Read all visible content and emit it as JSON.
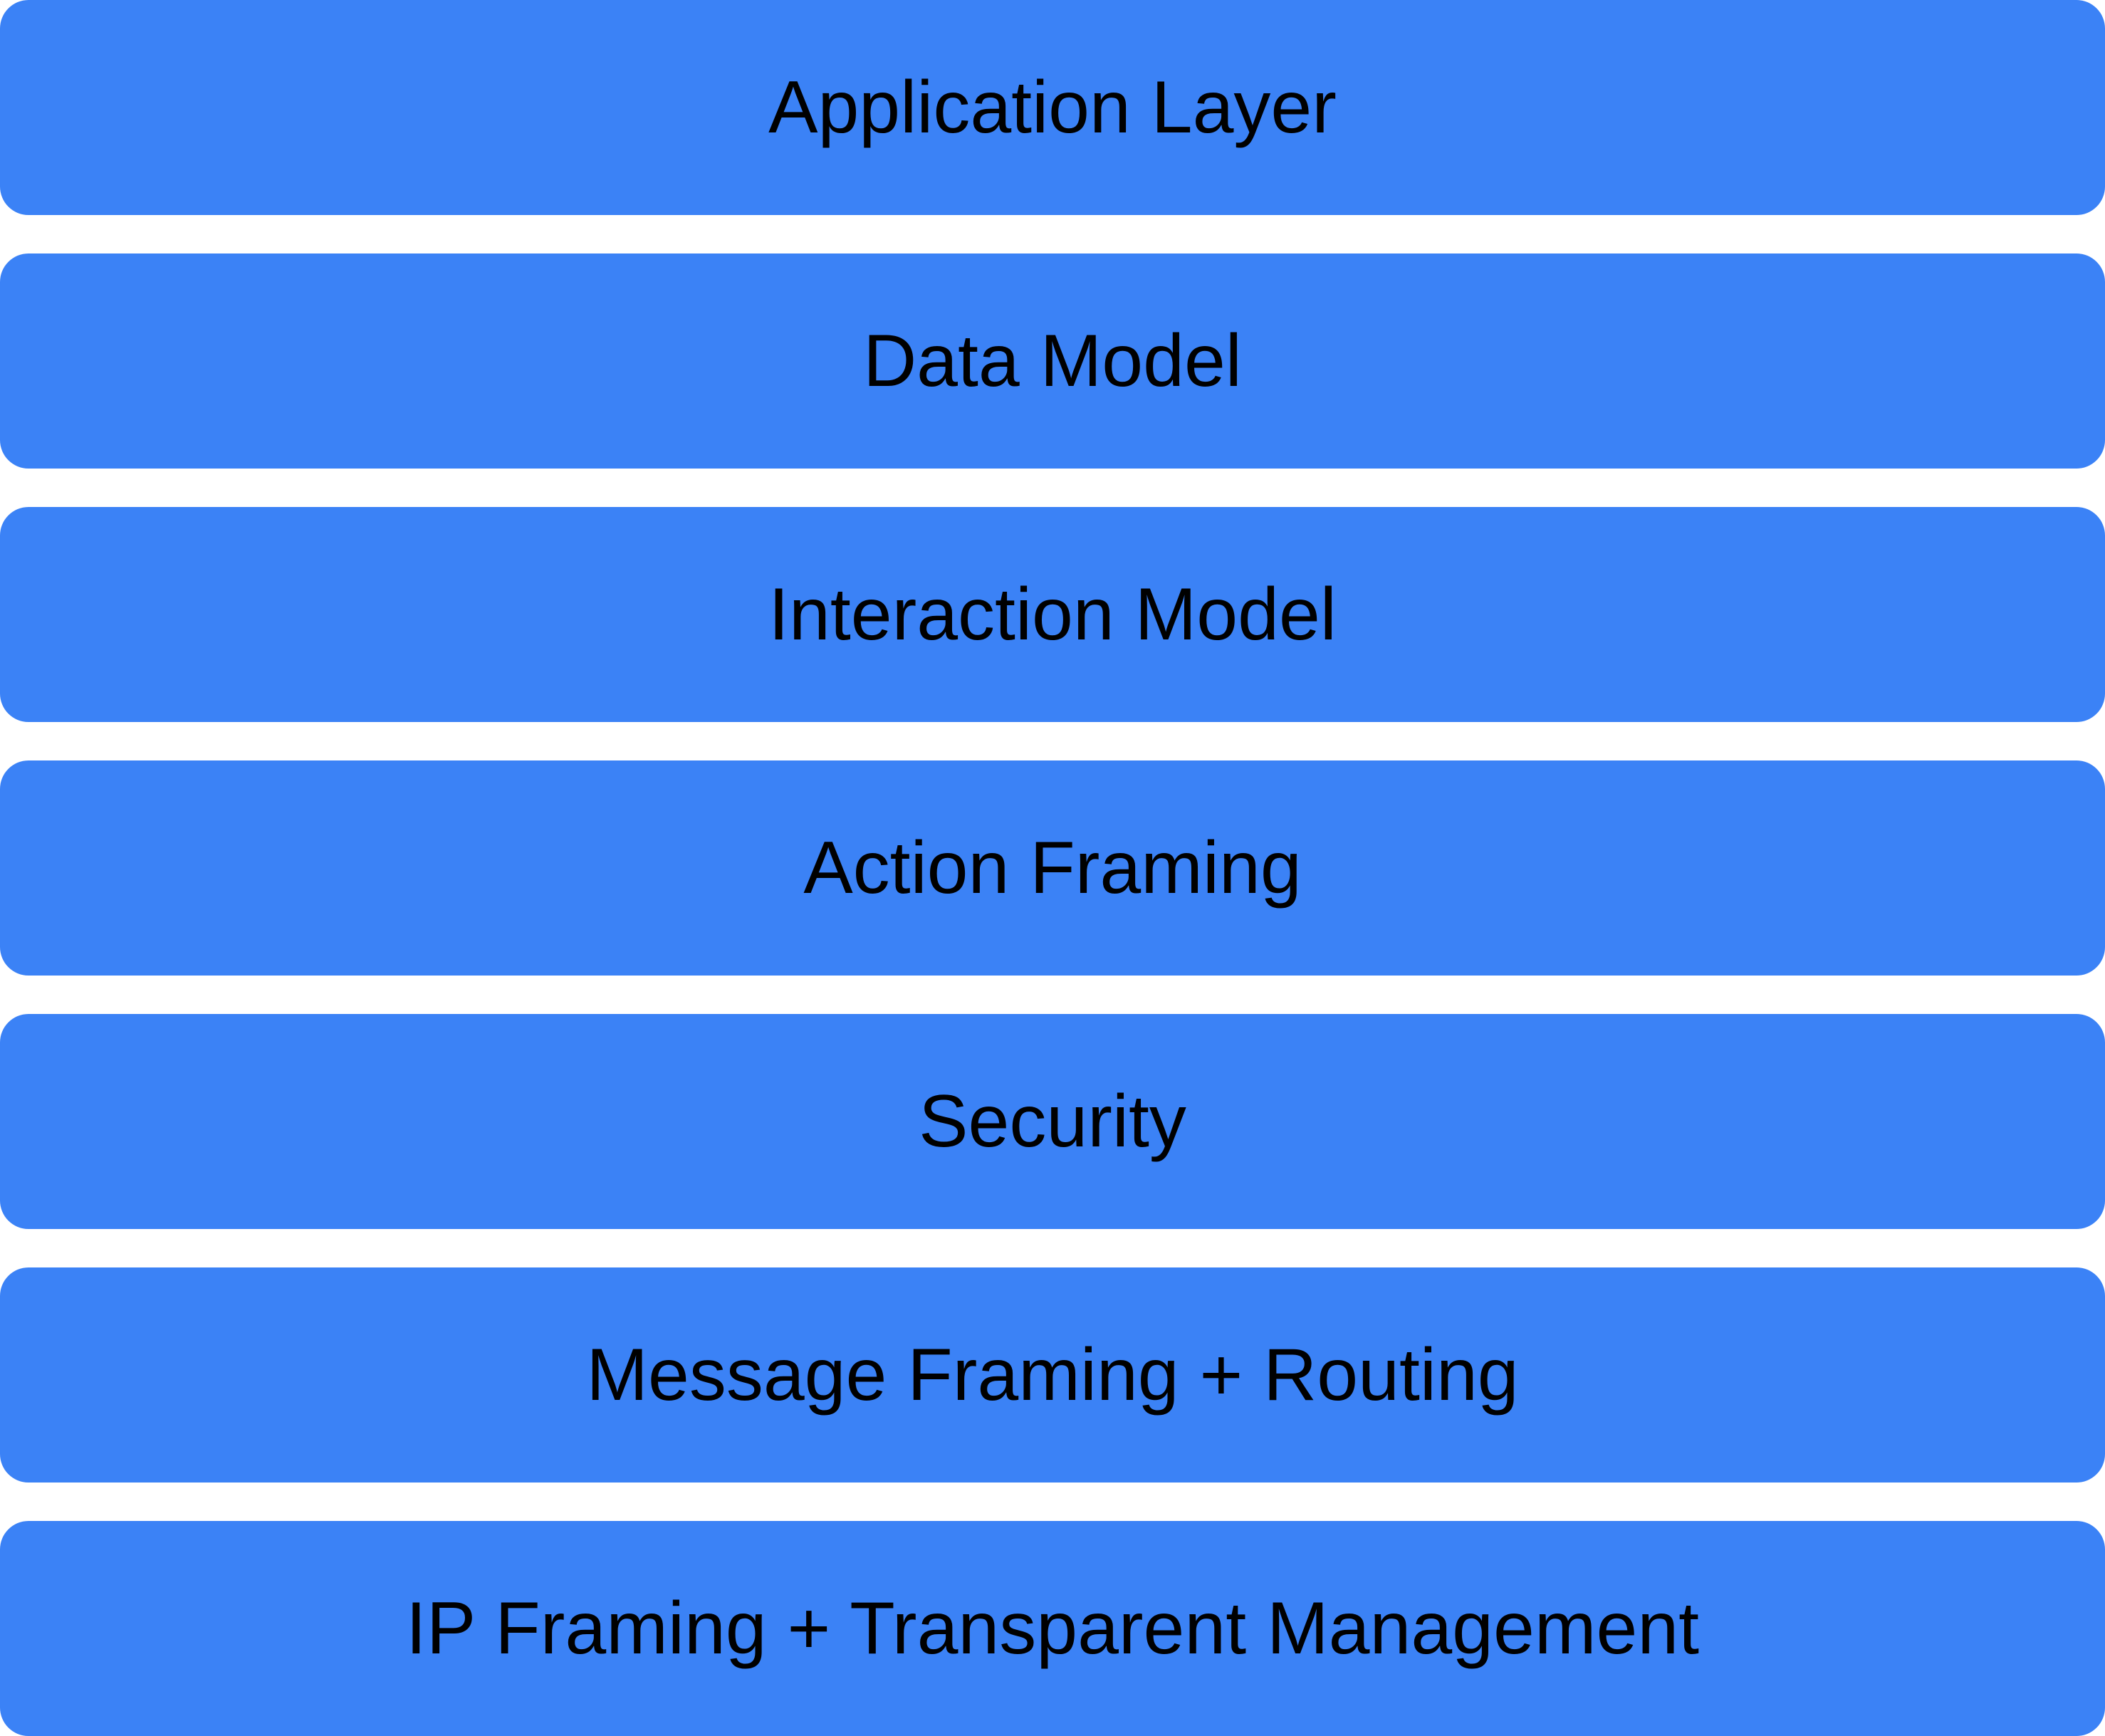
{
  "diagram": {
    "type": "stack-diagram",
    "layers": [
      {
        "label": "Application Layer"
      },
      {
        "label": "Data Model"
      },
      {
        "label": "Interaction Model"
      },
      {
        "label": "Action Framing"
      },
      {
        "label": "Security"
      },
      {
        "label": "Message Framing + Routing"
      },
      {
        "label": "IP Framing + Transparent Management"
      }
    ],
    "colors": {
      "box_fill": "#3b82f6",
      "box_text": "#000000",
      "background": "#ffffff"
    }
  }
}
